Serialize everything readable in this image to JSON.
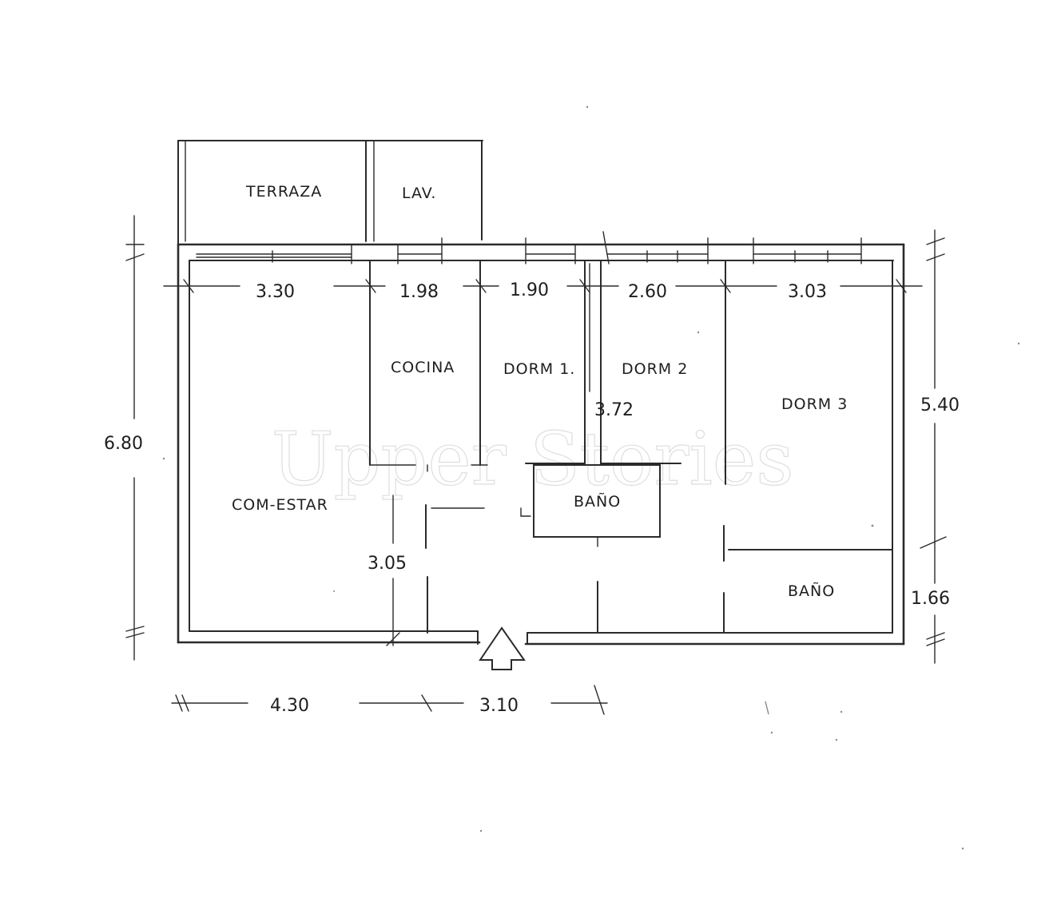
{
  "rooms": {
    "terraza": "TERRAZA",
    "lav": "LAV.",
    "cocina": "COCINA",
    "dorm1": "DORM 1.",
    "dorm2": "DORM 2",
    "dorm3": "DORM 3",
    "com_estar": "COM-ESTAR",
    "bano_center": "BAÑO",
    "bano_right": "BAÑO"
  },
  "dimensions": {
    "top_1": "3.30",
    "top_2": "1.98",
    "top_3": "1.90",
    "top_4": "2.60",
    "top_5": "3.03",
    "left_total": "6.80",
    "right_upper": "5.40",
    "right_lower": "1.66",
    "bottom_1": "4.30",
    "bottom_2": "3.10",
    "inner_dorm": "3.72",
    "inner_hall": "3.05"
  },
  "watermark": "Upper Stories"
}
